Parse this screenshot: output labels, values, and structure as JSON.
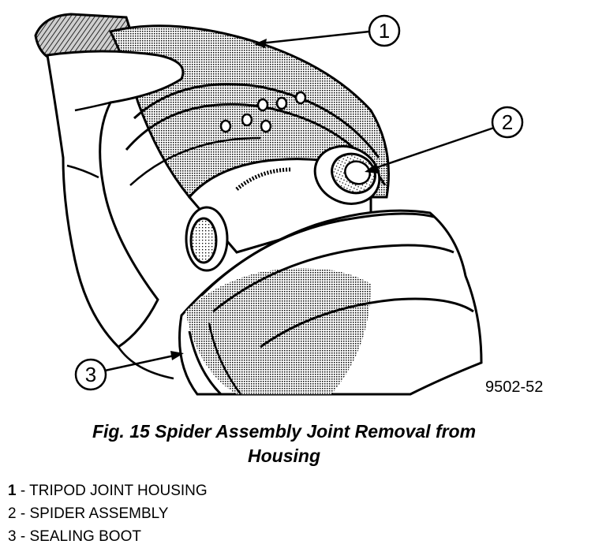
{
  "figure": {
    "callouts": [
      {
        "number": "1"
      },
      {
        "number": "2"
      },
      {
        "number": "3"
      }
    ],
    "figure_code": "9502-52"
  },
  "caption": {
    "line1": "Fig. 15 Spider Assembly Joint Removal from",
    "line2": "Housing"
  },
  "legend": {
    "items": [
      {
        "number": "1",
        "separator": " - ",
        "label": "TRIPOD JOINT HOUSING"
      },
      {
        "number": "2",
        "separator": " - ",
        "label": "SPIDER ASSEMBLY"
      },
      {
        "number": "3",
        "separator": " - ",
        "label": "SEALING BOOT"
      }
    ]
  }
}
